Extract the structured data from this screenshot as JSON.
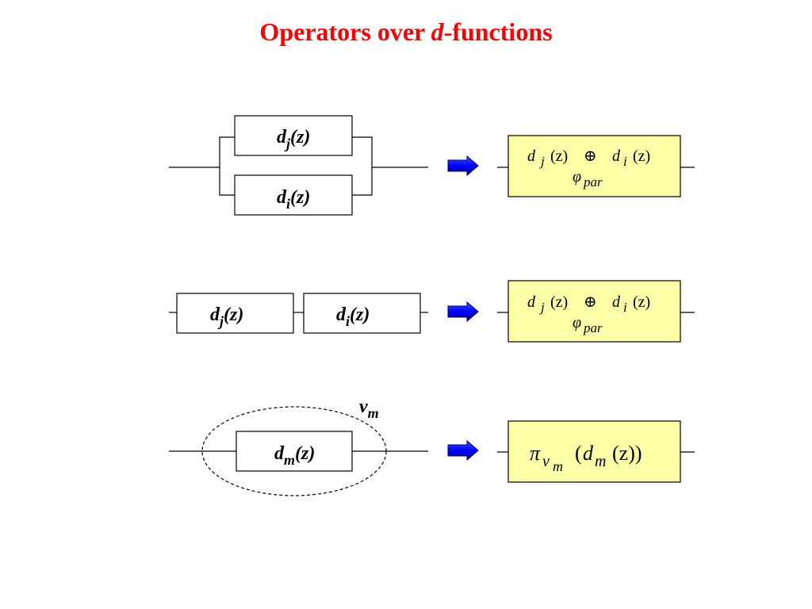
{
  "title": {
    "pre": "Operators over ",
    "italic": "d",
    "post": "-functions"
  },
  "colors": {
    "title": "#ff0000",
    "result_box": "#ffffa8",
    "arrow": "#0000ff"
  },
  "icons": [
    "right-arrow-icon"
  ],
  "rows": [
    {
      "name": "parallel",
      "inputs": [
        {
          "base": "d",
          "sub": "j",
          "arg": "(z)"
        },
        {
          "base": "d",
          "sub": "i",
          "arg": "(z)"
        }
      ],
      "result": {
        "line1": [
          "d",
          "j",
          "(z)",
          "⊕",
          "d",
          "i",
          "(z)"
        ],
        "phi": "φ",
        "phi_sub": "par"
      }
    },
    {
      "name": "series",
      "inputs": [
        {
          "base": "d",
          "sub": "j",
          "arg": "(z)"
        },
        {
          "base": "d",
          "sub": "i",
          "arg": "(z)"
        }
      ],
      "result": {
        "line1": [
          "d",
          "j",
          "(z)",
          "⊕",
          "d",
          "i",
          "(z)"
        ],
        "phi": "φ",
        "phi_sub": "par"
      }
    },
    {
      "name": "projection",
      "inputs": [
        {
          "base": "d",
          "sub": "m",
          "arg": "(z)"
        }
      ],
      "node_label": {
        "base": "v",
        "sub": "m"
      },
      "result": {
        "pi": "π",
        "pi_sub": "v",
        "pi_subsub": "m",
        "arg_open": "(",
        "d": "d",
        "d_sub": "m",
        "z": "(z))"
      }
    }
  ]
}
